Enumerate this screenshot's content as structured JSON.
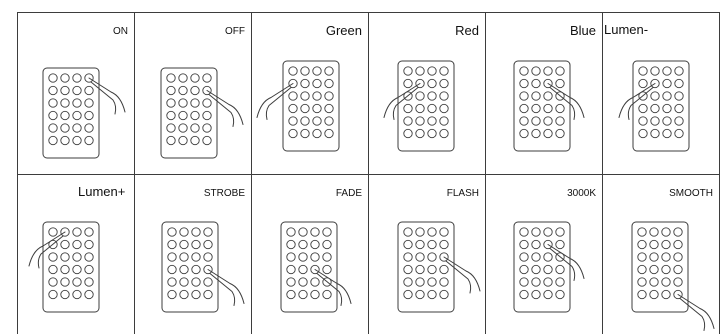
{
  "cells": [
    {
      "label": "ON",
      "pointer_target": "on-key"
    },
    {
      "label": "OFF",
      "pointer_target": "off-key"
    },
    {
      "label": "Green",
      "pointer_target": "green-key"
    },
    {
      "label": "Red",
      "pointer_target": "red-key"
    },
    {
      "label": "Blue",
      "pointer_target": "blue-key"
    },
    {
      "label": "Lumen-",
      "pointer_target": "lumen-minus-key"
    },
    {
      "label": "Lumen+",
      "pointer_target": "lumen-plus-key"
    },
    {
      "label": "STROBE",
      "pointer_target": "strobe-key"
    },
    {
      "label": "FADE",
      "pointer_target": "fade-key"
    },
    {
      "label": "FLASH",
      "pointer_target": "flash-key"
    },
    {
      "label": "3000K",
      "pointer_target": "3000k-key"
    },
    {
      "label": "SMOOTH",
      "pointer_target": "smooth-key"
    }
  ],
  "colors": {
    "line": "#3d3d3d",
    "text": "#111111",
    "background": "#ffffff"
  }
}
